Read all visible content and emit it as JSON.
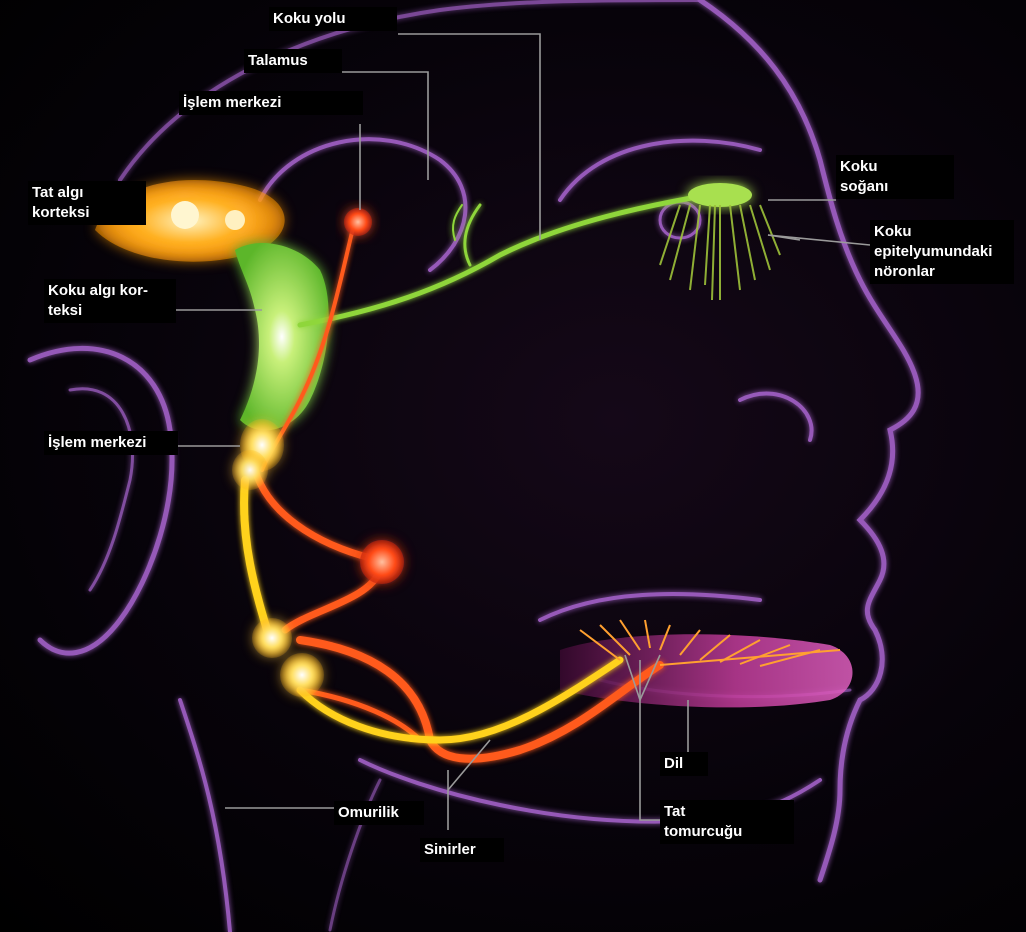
{
  "labels": {
    "koku_yolu": "Koku yolu",
    "talamus": "Talamus",
    "islem_merkezi_top": "İşlem merkezi",
    "tat_algi_korteksi_1": "Tat algı",
    "tat_algi_korteksi_2": "korteksi",
    "koku_algi_korteksi_1": "Koku algı kor-",
    "koku_algi_korteksi_2": "teksi",
    "islem_merkezi_mid": "İşlem merkezi",
    "koku_sogani_1": "Koku",
    "koku_sogani_2": "soğanı",
    "koku_epitel_1": "Koku",
    "koku_epitel_2": "epitelyumundaki",
    "koku_epitel_3": "nöronlar",
    "dil": "Dil",
    "tat_tomurcugu_1": "Tat",
    "tat_tomurcugu_2": "tomurcuğu",
    "omurilik": "Omurilik",
    "sinirler": "Sinirler"
  },
  "colors": {
    "background": "#000000",
    "outline_glow": "#b06ad8",
    "olfactory_green": "#8fd63a",
    "gustatory_orange": "#ff5a1f",
    "gustatory_yellow": "#ffd21a",
    "taste_cortex": "#ffb020",
    "tongue_pink": "#c23d9a",
    "label_text": "#ffffff",
    "leader_line": "#9a9a9a"
  }
}
